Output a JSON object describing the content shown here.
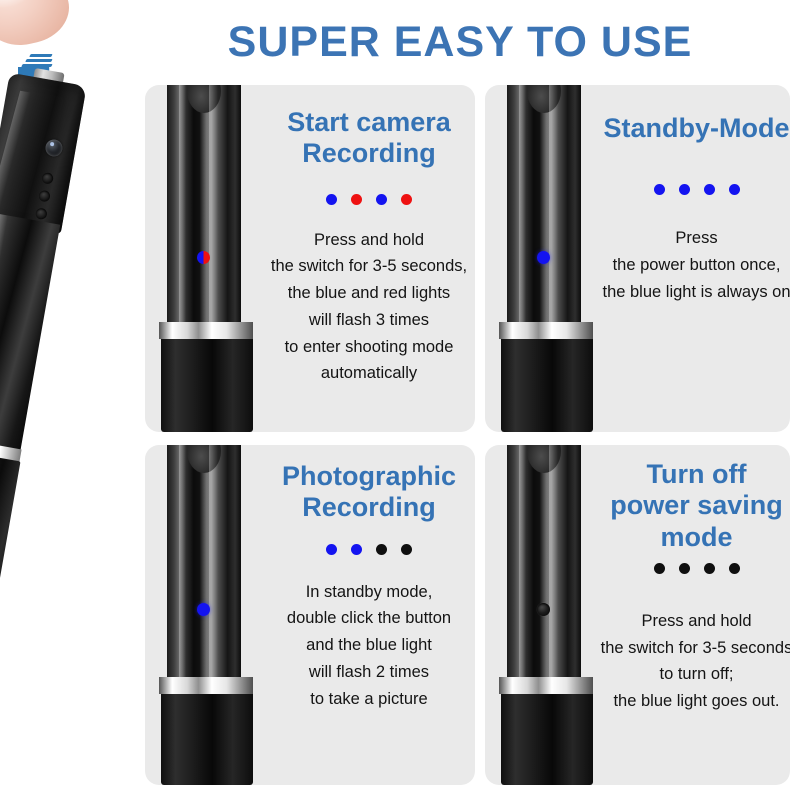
{
  "header": {
    "title": "SUPER EASY TO USE",
    "title_color": "#3c74b4"
  },
  "hero": {
    "alt": "spy-camera-pen",
    "finger_icon": "fingertip",
    "arrow_icon": "press-down-arrow",
    "arrow_color": "#2e7ab8"
  },
  "colors": {
    "panel_background": "#eaeaea",
    "page_background": "#ffffff",
    "heading_blue": "#3573b5",
    "led_blue": "#1414f0",
    "led_red": "#ee1111",
    "led_black": "#0f0f0f"
  },
  "panels": [
    {
      "id": "start-camera-recording",
      "title_lines": [
        "Start camera",
        "Recording"
      ],
      "dots": [
        "blue",
        "red",
        "blue",
        "red"
      ],
      "led_state": "dual",
      "body_lines": [
        "Press and hold",
        "the switch for 3-5 seconds,",
        "the blue and red lights",
        "will flash 3 times",
        "to enter shooting mode",
        "automatically"
      ]
    },
    {
      "id": "standby-mode",
      "title_lines": [
        "Standby-Mode"
      ],
      "dots": [
        "blue",
        "blue",
        "blue",
        "blue"
      ],
      "led_state": "blue",
      "body_lines": [
        "Press",
        "the power button once,",
        "the blue light is always on"
      ]
    },
    {
      "id": "photographic-recording",
      "title_lines": [
        "Photographic",
        "Recording"
      ],
      "dots": [
        "blue",
        "blue",
        "black",
        "black"
      ],
      "led_state": "blue",
      "body_lines": [
        "In standby mode,",
        "double click the button",
        "and the blue light",
        "will flash 2 times",
        "to take a picture"
      ]
    },
    {
      "id": "turn-off-power-saving-mode",
      "title_lines": [
        "Turn off",
        "power saving",
        "mode"
      ],
      "dots": [
        "black",
        "black",
        "black",
        "black"
      ],
      "led_state": "off",
      "body_lines": [
        "Press and hold",
        "the switch for 3-5 seconds",
        "to turn off;",
        "the blue light goes out."
      ]
    }
  ]
}
